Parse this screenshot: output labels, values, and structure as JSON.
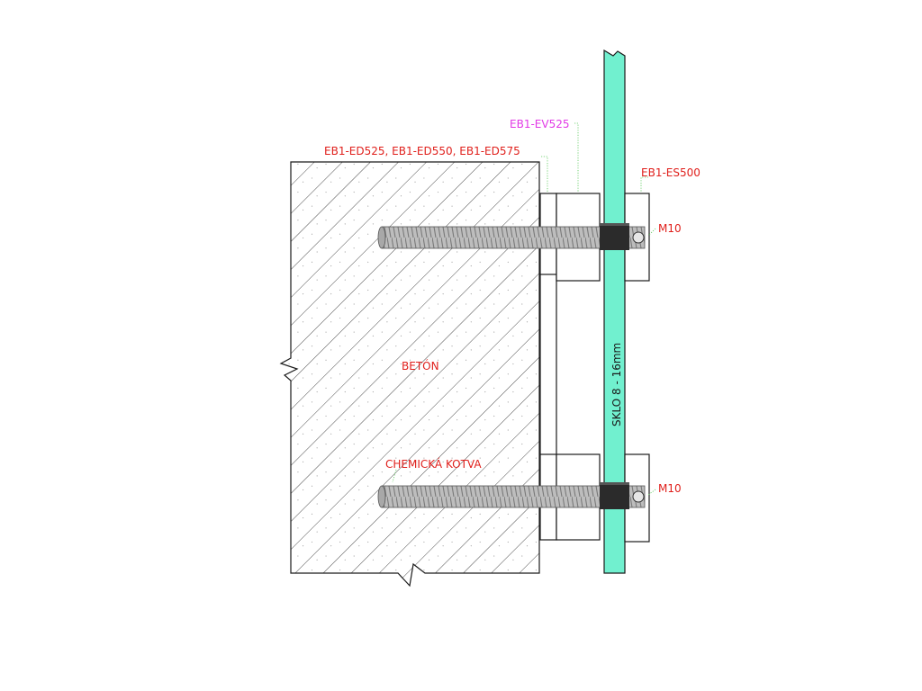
{
  "labels": {
    "concrete": "BETÓN",
    "glass": "SKLO  8 - 16mm",
    "chemical_anchor": "CHEMICKÁ KOTVA",
    "spacer_codes": "EB1-ED525, EB1-ED550, EB1-ED575",
    "adapter_code": "EB1-EV525",
    "cap_code": "EB1-ES500",
    "bolt_top": "M10",
    "bolt_bottom": "M10"
  },
  "colors": {
    "glass": "#71f0cf",
    "label_red": "#e0201c",
    "label_magenta": "#e23ae6",
    "leader": "#58c858",
    "gasket": "#2b2b2b"
  }
}
